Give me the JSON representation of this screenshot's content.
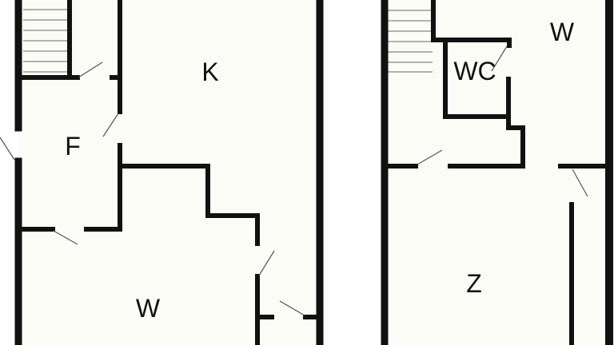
{
  "colors": {
    "wall": "#111111",
    "floor": "#fcfcf7",
    "door": "#555555"
  },
  "left_plan": {
    "rooms": [
      {
        "id": "kitchen",
        "label": "K"
      },
      {
        "id": "hall",
        "label": "F"
      },
      {
        "id": "living",
        "label": "W"
      }
    ]
  },
  "right_plan": {
    "rooms": [
      {
        "id": "upper-room",
        "label": "W"
      },
      {
        "id": "toilet",
        "label": "WC"
      },
      {
        "id": "bedroom",
        "label": "Z"
      }
    ]
  }
}
